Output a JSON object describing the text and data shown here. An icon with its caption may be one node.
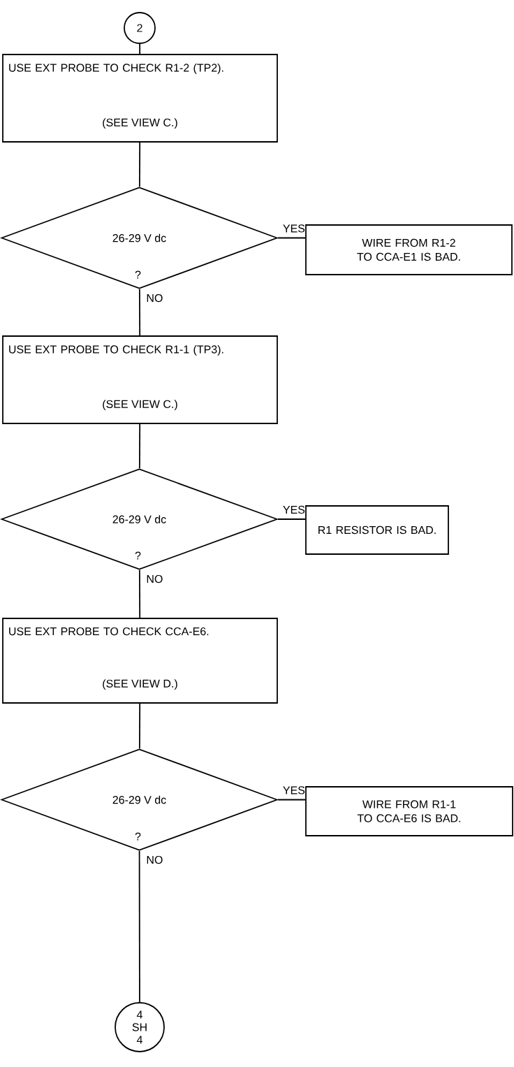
{
  "diagram": {
    "nodes": [
      {
        "text": [
          "2"
        ]
      },
      {
        "text": [
          "USE EXT PROBE TO CHECK R1-2 (TP2).",
          "(SEE VIEW C.)"
        ]
      },
      {
        "text": [
          "26-29 V dc",
          "?"
        ]
      },
      {
        "text": [
          "WIRE FROM R1-2 TO CCA-E1 IS BAD."
        ]
      },
      {
        "text": [
          "USE EXT PROBE TO CHECK R1-1 (TP3).",
          "(SEE VIEW C.)"
        ]
      },
      {
        "text": [
          "26-29 V dc",
          "?"
        ]
      },
      {
        "text": [
          "R1 RESISTOR IS BAD."
        ]
      },
      {
        "text": [
          "USE EXT PROBE TO CHECK CCA-E6.",
          "(SEE VIEW D.)"
        ]
      },
      {
        "text": [
          "26-29 V dc",
          "?"
        ]
      },
      {
        "text": [
          "WIRE FROM R1-1 TO CCA-E6 IS BAD."
        ]
      },
      {
        "text": [
          "4 SH 4"
        ]
      }
    ],
    "edges": [
      {
        "from": 0,
        "to": 1,
        "arrow": "none"
      },
      {
        "from": 1,
        "to": 2,
        "arrow": "none"
      },
      {
        "from": 2,
        "to": 3,
        "arrow": "none",
        "label": "YES"
      },
      {
        "from": 2,
        "to": 4,
        "arrow": "none",
        "label": "NO"
      },
      {
        "from": 4,
        "to": 5,
        "arrow": "none"
      },
      {
        "from": 5,
        "to": 6,
        "arrow": "none",
        "label": "YES"
      },
      {
        "from": 5,
        "to": 7,
        "arrow": "none",
        "label": "NO"
      },
      {
        "from": 7,
        "to": 8,
        "arrow": "none"
      },
      {
        "from": 8,
        "to": 9,
        "arrow": "none",
        "label": "YES"
      },
      {
        "from": 8,
        "to": 10,
        "arrow": "none",
        "label": "NO"
      }
    ]
  }
}
